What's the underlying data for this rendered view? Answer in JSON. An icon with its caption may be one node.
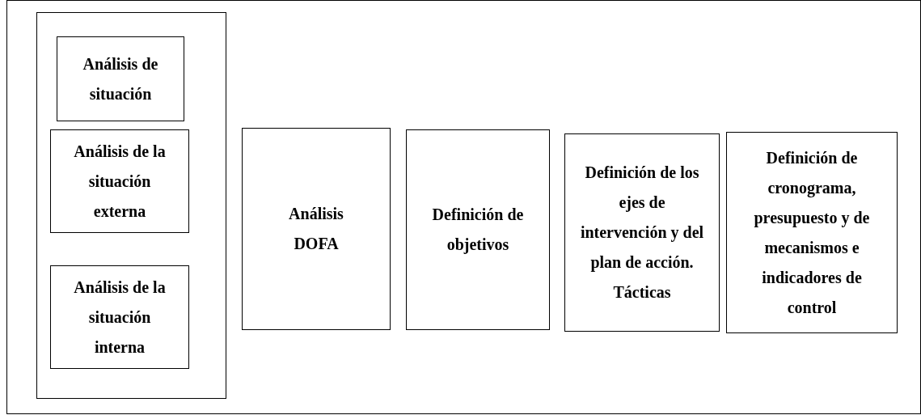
{
  "diagram": {
    "nodes": [
      {
        "text": [],
        "shape": "box"
      },
      {
        "text": [
          "Análisis de situación"
        ],
        "in": 0
      },
      {
        "text": [
          "Análisis de la situación externa"
        ],
        "in": 0
      },
      {
        "text": [
          "Análisis de la situación interna"
        ],
        "in": 0
      },
      {
        "text": [
          "Análisis DOFA"
        ]
      },
      {
        "text": [
          "Definición de objetivos"
        ]
      },
      {
        "text": [
          "Definición de los ejes de intervención y del plan de acción. Tácticas"
        ]
      },
      {
        "text": [
          "Definición de cronograma, presupuesto y de mecanismos e indicadores de control"
        ]
      }
    ]
  }
}
